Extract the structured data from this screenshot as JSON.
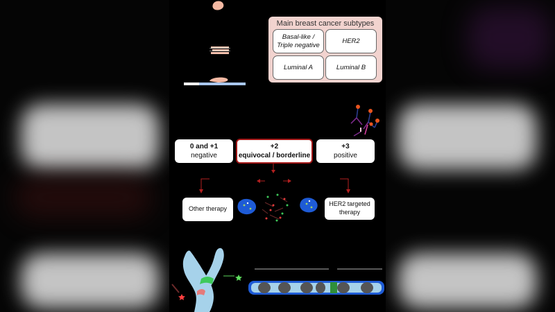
{
  "subtypes": {
    "title": "Main breast cancer subtypes",
    "cells": [
      "Basal-like / Triple negative",
      "HER2",
      "Luminal A",
      "Luminal B"
    ]
  },
  "scores": [
    {
      "score": "0 and +1",
      "label": "negative"
    },
    {
      "score": "+2",
      "label": "equivocal / borderline"
    },
    {
      "score": "+3",
      "label": "positive"
    }
  ],
  "therapies": {
    "left": "Other therapy",
    "right": "HER2 targeted therapy"
  },
  "colors": {
    "subtype_bg": "#f2d3cf",
    "equivocal_border": "#a31717",
    "arrow": "#b21f1f",
    "cell_blue": "#1e5bd6",
    "chromosome": "#8fc4e0",
    "chromosome_band": "#3ec95a"
  }
}
